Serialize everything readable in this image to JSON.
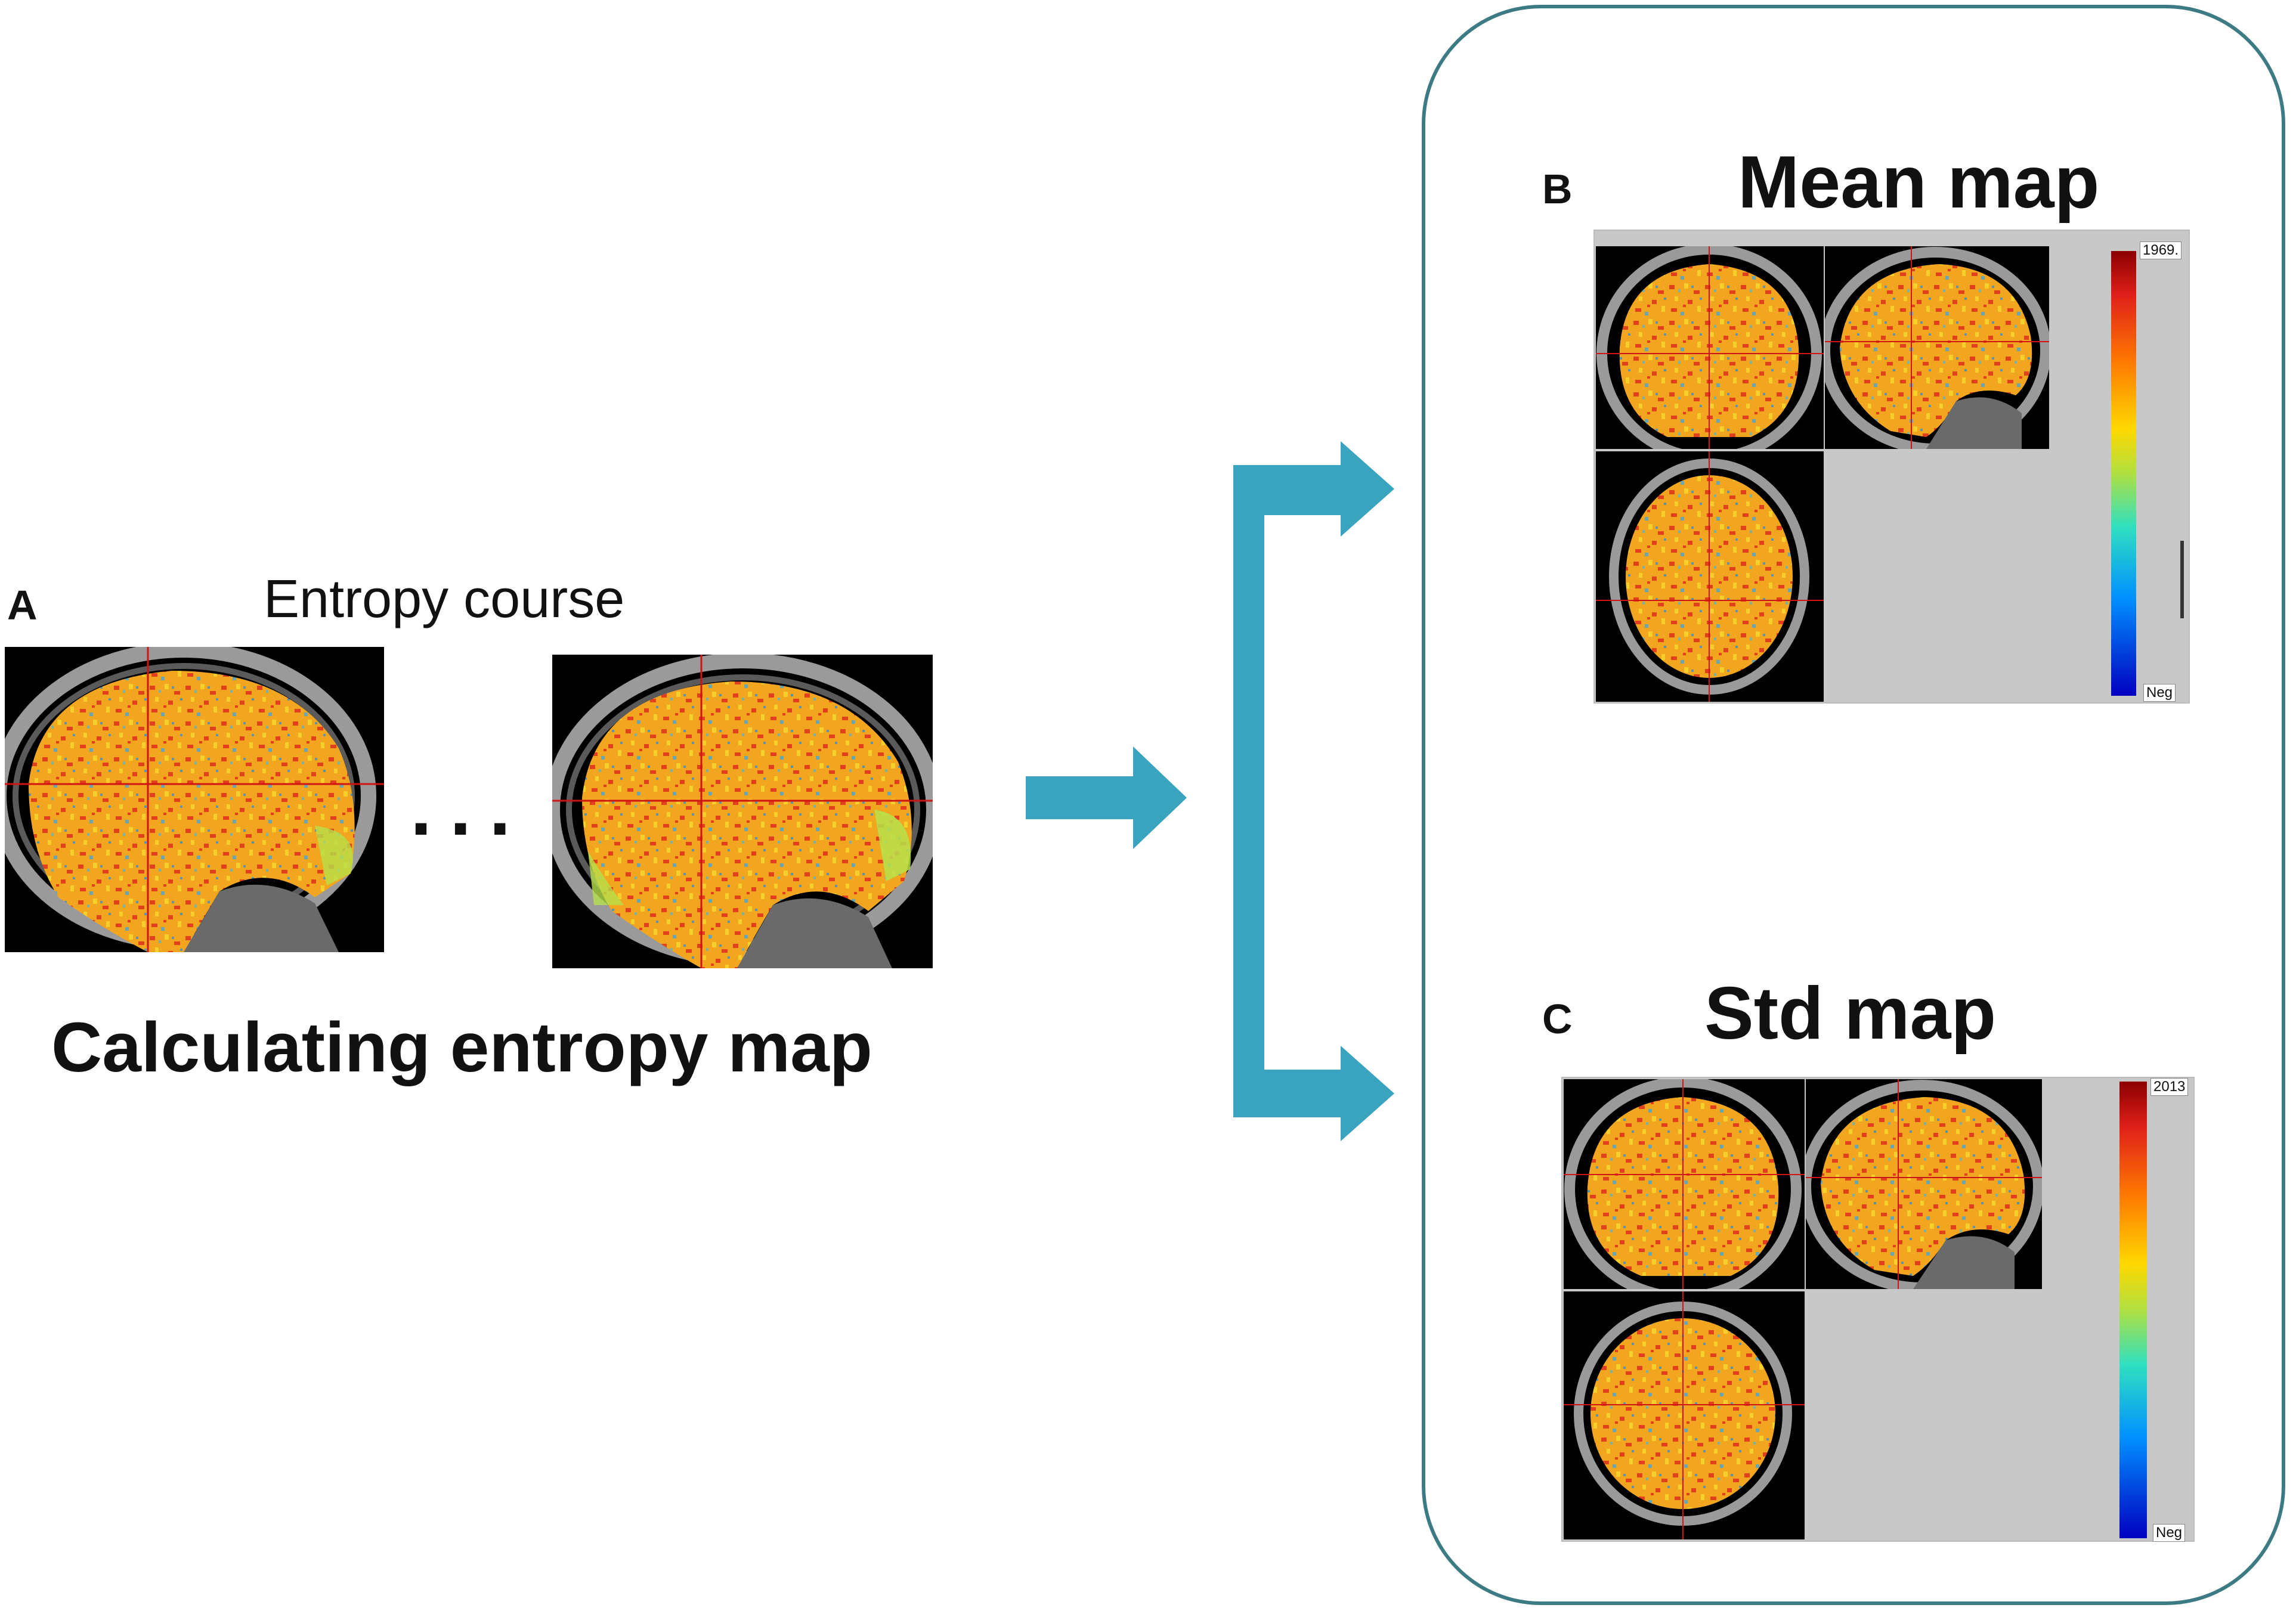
{
  "panel_a": {
    "letter": "A",
    "top_label": "Entropy course",
    "ellipsis": "...",
    "caption": "Calculating entropy map"
  },
  "panel_b": {
    "letter": "B",
    "title": "Mean map",
    "colorbar_top": "1969.",
    "colorbar_bottom": "Neg"
  },
  "panel_c": {
    "letter": "C",
    "title": "Std map",
    "colorbar_top": "2013",
    "colorbar_bottom": "Neg"
  },
  "colors": {
    "arrow": "#3aa3bd",
    "frame": "#3c7b84",
    "map_base": "#f2a51f",
    "map_red": "#e2401c",
    "map_yellow": "#f6d02a",
    "skull": "#9a9a9a"
  },
  "icons": {
    "flow_arrow": "right-arrow-icon",
    "branch_connector": "bracket-arrows-icon"
  }
}
